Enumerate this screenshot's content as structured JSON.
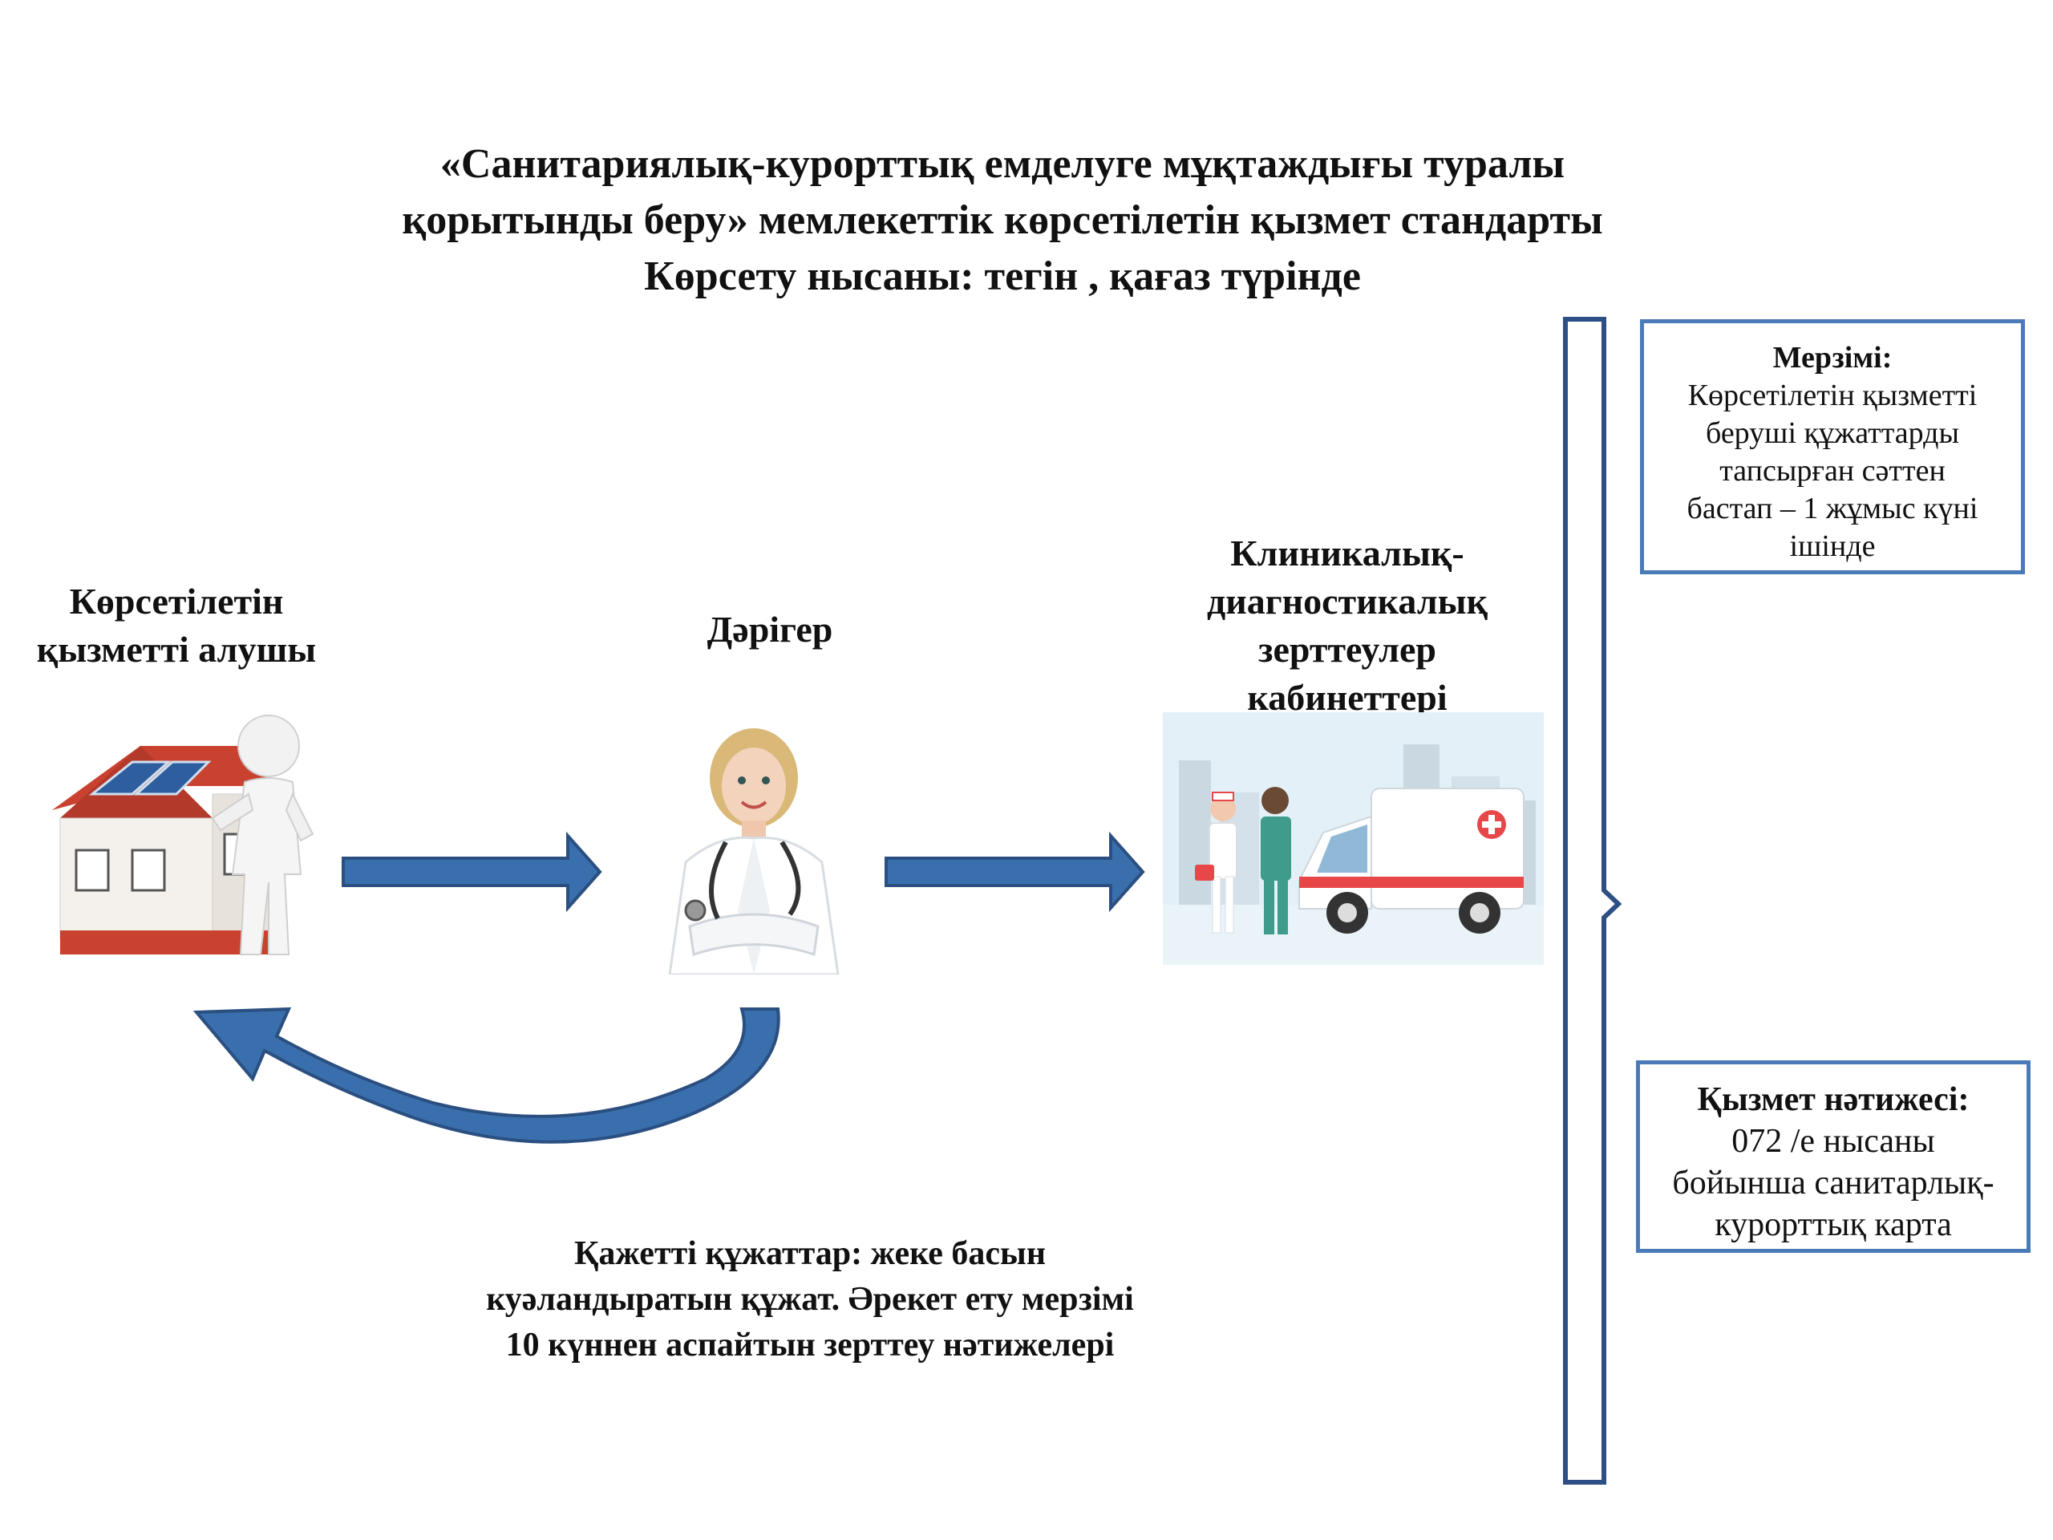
{
  "title": {
    "line1": "«Санитариялық-курорттық   емделуге  мұқтаждығы  туралы",
    "line2": "қорытынды  беру» мемлекеттік  көрсетілетін  қызмет стандарты",
    "line3": "Көрсету  нысаны: тегін , қағаз   түрінде"
  },
  "actors": {
    "recipient": [
      "Көрсетілетін",
      "қызметті  алушы"
    ],
    "doctor": [
      "Дәрігер"
    ],
    "clinic": [
      "Клиникалық-",
      "диагностикалық",
      "зерттеулер",
      "кабинеттері"
    ]
  },
  "deadline_box": {
    "head": "Мерзімі:",
    "lines": [
      "Көрсетілетін  қызметті",
      "беруші  құжаттарды",
      "тапсырған  сәттен",
      "бастап – 1  жұмыс күні",
      "ішінде"
    ]
  },
  "result_box": {
    "head": "Қызмет  нәтижесі:",
    "lines": [
      "072 /е нысаны",
      "бойынша санитарлық-",
      "курорттық  карта"
    ]
  },
  "required_docs": {
    "line1": "Қажетті  құжаттар: жеке басын",
    "line2": "куәландыратын  құжат.  Әрекет ету мерзімі",
    "line3": "10  күннен   аспайтын  зерттеу  нәтижелері"
  },
  "colors": {
    "arrow": "#3a6fad",
    "arrow_dark": "#2a4f80",
    "box_border": "#4a7ab8"
  },
  "icons": [
    "house-person-icon",
    "doctor-icon",
    "ambulance-medics-icon"
  ]
}
